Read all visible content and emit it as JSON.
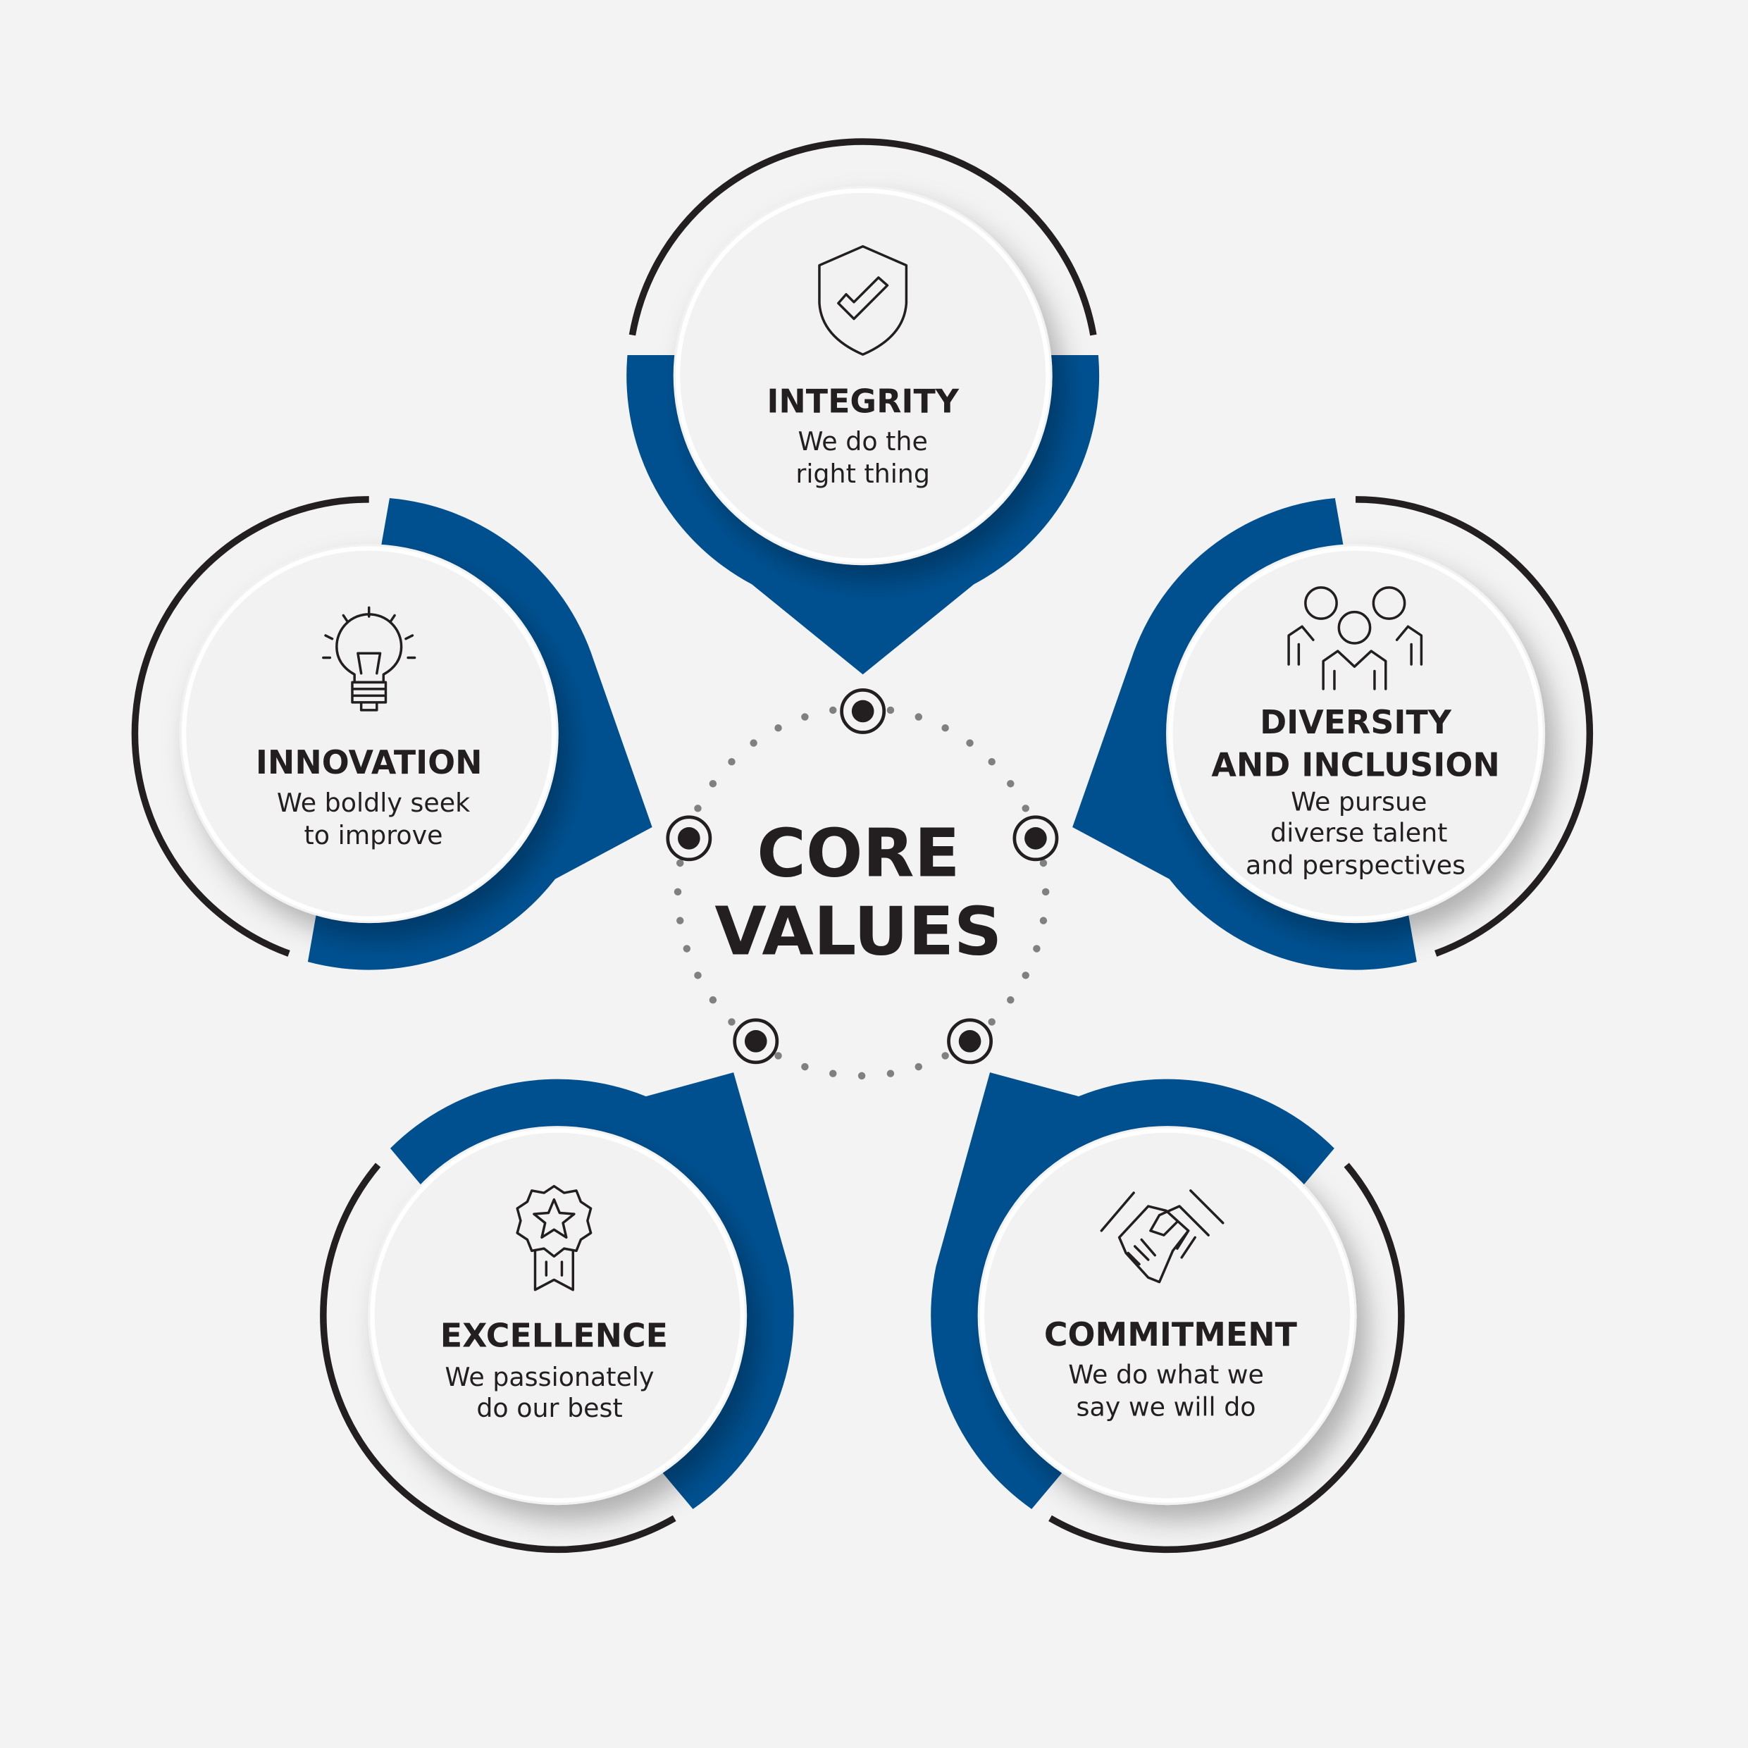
{
  "center": {
    "line1": "CORE",
    "line2": "VALUES"
  },
  "colors": {
    "blue": "#005090",
    "dark": "#231f20",
    "background": "#f3f3f3",
    "disc": "#f2f2f2"
  },
  "values": [
    {
      "title": "INTEGRITY",
      "desc": [
        "We do the",
        "right thing"
      ],
      "icon": "shield-check-icon"
    },
    {
      "title": "INNOVATION",
      "desc": [
        "We boldly seek",
        "to improve"
      ],
      "icon": "lightbulb-icon"
    },
    {
      "title_lines": [
        "DIVERSITY",
        "AND INCLUSION"
      ],
      "desc": [
        "We pursue",
        "diverse talent",
        "and perspectives"
      ],
      "icon": "people-group-icon"
    },
    {
      "title": "EXCELLENCE",
      "desc": [
        "We passionately",
        "do our best"
      ],
      "icon": "award-ribbon-icon"
    },
    {
      "title": "COMMITMENT",
      "desc": [
        "We do what we",
        "say we will do"
      ],
      "icon": "handshake-icon"
    }
  ]
}
